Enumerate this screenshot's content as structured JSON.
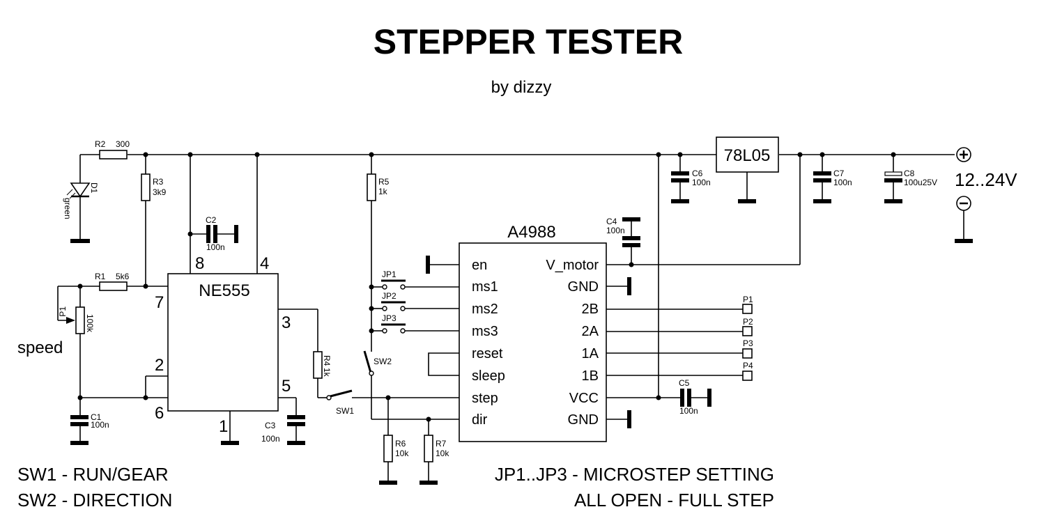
{
  "title": "STEPPER TESTER",
  "subtitle": "by dizzy",
  "supply": {
    "label": "12..24V",
    "plus_symbol": "+",
    "minus_symbol": "−"
  },
  "components": {
    "R1": {
      "ref": "R1",
      "value": "5k6"
    },
    "R2": {
      "ref": "R2",
      "value": "300"
    },
    "R3": {
      "ref": "R3",
      "value": "3k9"
    },
    "R4": {
      "ref": "R4",
      "value": "1k"
    },
    "R5": {
      "ref": "R5",
      "value": "1k"
    },
    "R6": {
      "ref": "R6",
      "value": "10k"
    },
    "R7": {
      "ref": "R7",
      "value": "10k"
    },
    "P1": {
      "ref": "P1",
      "value": "100k"
    },
    "D1": {
      "ref": "D1",
      "value": "green"
    },
    "C1": {
      "ref": "C1",
      "value": "100n"
    },
    "C2": {
      "ref": "C2",
      "value": "100n"
    },
    "C3": {
      "ref": "C3",
      "value": "100n"
    },
    "C4": {
      "ref": "C4",
      "value": "100n"
    },
    "C5": {
      "ref": "C5",
      "value": "100n"
    },
    "C6": {
      "ref": "C6",
      "value": "100n"
    },
    "C7": {
      "ref": "C7",
      "value": "100n"
    },
    "C8": {
      "ref": "C8",
      "value": "100u25V"
    },
    "SW1": {
      "ref": "SW1"
    },
    "SW2": {
      "ref": "SW2"
    },
    "JP1": {
      "ref": "JP1"
    },
    "JP2": {
      "ref": "JP2"
    },
    "JP3": {
      "ref": "JP3"
    },
    "P1c": {
      "ref": "P1"
    },
    "P2c": {
      "ref": "P2"
    },
    "P3c": {
      "ref": "P3"
    },
    "P4c": {
      "ref": "P4"
    }
  },
  "ne555": {
    "name": "NE555",
    "pins": {
      "p1": "1",
      "p2": "2",
      "p3": "3",
      "p4": "4",
      "p5": "5",
      "p6": "6",
      "p7": "7",
      "p8": "8"
    }
  },
  "regulator": {
    "name": "78L05"
  },
  "a4988": {
    "name": "A4988",
    "left_pins": [
      "en",
      "ms1",
      "ms2",
      "ms3",
      "reset",
      "sleep",
      "step",
      "dir"
    ],
    "right_pins": [
      "V_motor",
      "GND",
      "2B",
      "2A",
      "1A",
      "1B",
      "VCC",
      "GND"
    ]
  },
  "speed_label": "speed",
  "notes": {
    "sw1": "SW1 - RUN/GEAR",
    "sw2": "SW2 - DIRECTION",
    "jp": "JP1..JP3 - MICROSTEP SETTING",
    "jp_default": "ALL OPEN - FULL STEP"
  }
}
